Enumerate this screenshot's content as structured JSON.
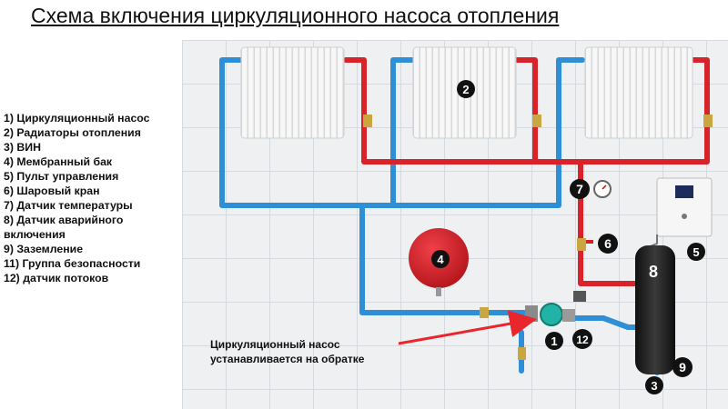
{
  "title": "Схема включения циркуляционного насоса отопления",
  "legend": [
    "1) Циркуляционный насос",
    "2) Радиаторы отопления",
    "3) ВИН",
    "4) Мембранный бак",
    "5) Пульт управления",
    "6) Шаровый кран",
    "7) Датчик температуры",
    "8) Датчик аварийного включения",
    "9) Заземление",
    "11) Группа безопасности",
    "12) датчик потоков"
  ],
  "note": {
    "line1": "Циркуляционный насос",
    "line2": "устанавливается на обратке"
  },
  "markers": {
    "m1": "1",
    "m2": "2",
    "m3": "3",
    "m4": "4",
    "m5": "5",
    "m6": "6",
    "m7": "7",
    "m8": "8",
    "m9": "9",
    "m12": "12"
  },
  "colors": {
    "supply_pipe": "#d9232b",
    "return_pipe": "#2f8fd6",
    "tank": "#d61f26",
    "boiler": "#1b1b1b",
    "marker": "#111111"
  }
}
